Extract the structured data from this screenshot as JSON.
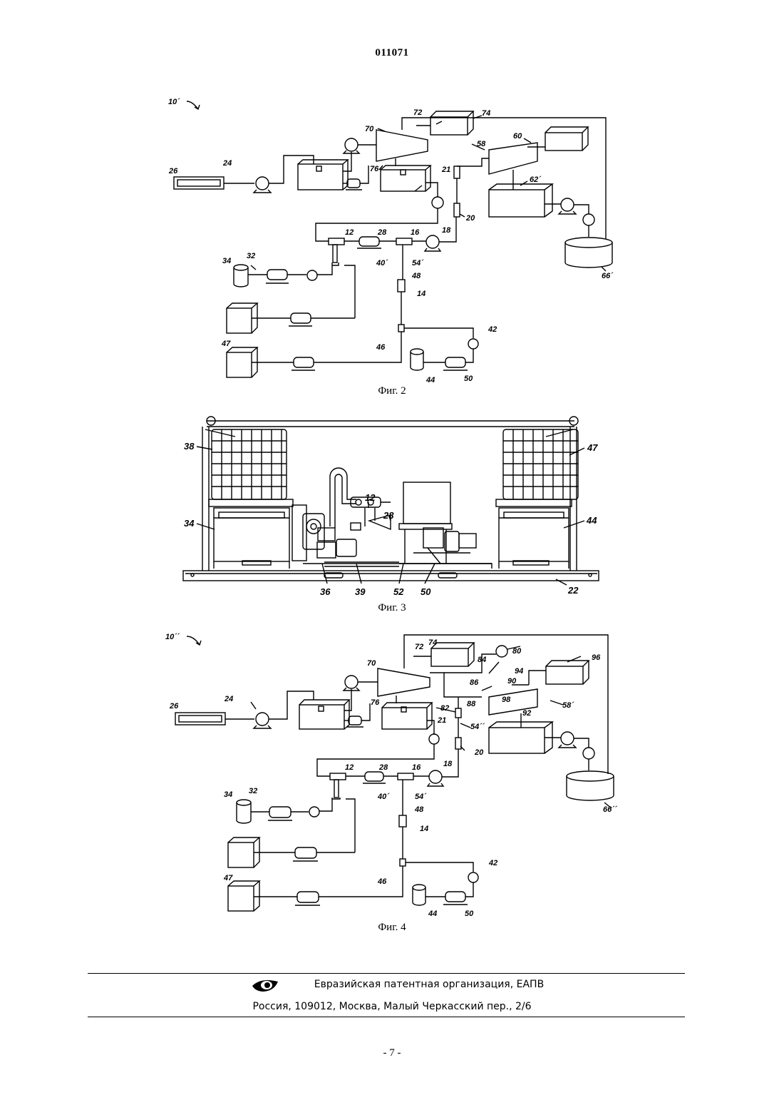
{
  "document": {
    "number": "011071",
    "page_number": "- 7 -"
  },
  "figures": [
    {
      "caption": "Фиг. 2",
      "labels": {
        "ref": "10´",
        "l26": "26",
        "l24": "24",
        "l70": "70",
        "l72": "72",
        "l74": "74",
        "l76": "76",
        "l60": "60",
        "l58": "58",
        "l21": "21",
        "l62": "62´",
        "l20": "20",
        "l12": "12",
        "l28": "28",
        "l16": "16",
        "l18": "18",
        "l34": "34",
        "l32": "32",
        "l40": "40´",
        "l54": "54´",
        "l48": "48",
        "l14": "14",
        "l42": "42",
        "l46": "46",
        "l47": "47",
        "l44": "44",
        "l50": "50",
        "l66": "66´"
      }
    },
    {
      "caption": "Фиг. 3",
      "labels": {
        "l38": "38",
        "l47": "47",
        "l12": "12",
        "l28": "28",
        "l34": "34",
        "l44": "44",
        "l36": "36",
        "l39": "39",
        "l52": "52",
        "l50": "50",
        "l22": "22"
      }
    },
    {
      "caption": "Фиг. 4",
      "labels": {
        "ref": "10´´",
        "l26": "26",
        "l24": "24",
        "l70": "70",
        "l72": "72",
        "l74": "74",
        "l76": "76",
        "l80": "80",
        "l84": "84",
        "l96": "96",
        "l94": "94",
        "l86": "86",
        "l90": "90",
        "l88": "88",
        "l98": "98",
        "l58": "58´",
        "l82": "82",
        "l92": "92",
        "l21": "21",
        "l54b": "54´´",
        "l20": "20",
        "l12": "12",
        "l28": "28",
        "l16": "16",
        "l18": "18",
        "l34": "34",
        "l32": "32",
        "l40": "40´",
        "l54": "54´",
        "l48": "48",
        "l14": "14",
        "l42": "42",
        "l46": "46",
        "l47": "47",
        "l44": "44",
        "l50": "50",
        "l66": "66´´"
      }
    }
  ],
  "footer": {
    "organization": "Евразийская патентная организация, ЕАПВ",
    "address": "Россия, 109012, Москва, Малый Черкасский пер., 2/6"
  }
}
